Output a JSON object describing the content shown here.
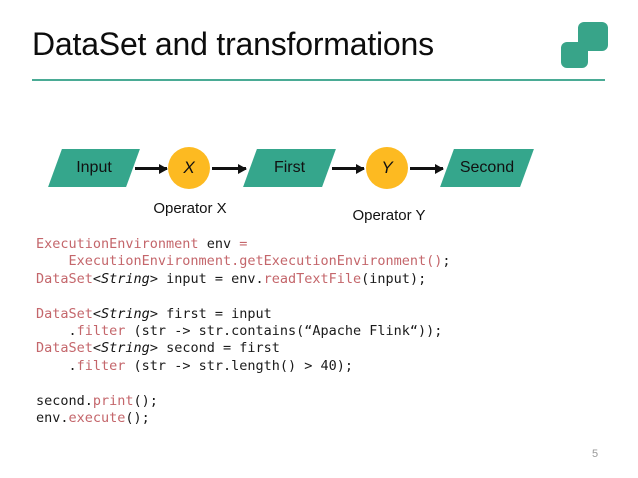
{
  "slide": {
    "title": "DataSet and transformations",
    "page_number": "5",
    "accent_teal": "#35a68c",
    "accent_yellow": "#fdba21",
    "code_keyword_color": "#c4666b",
    "rule_color": "#4aab95"
  },
  "logo": {
    "name": "apache-flink-squares-logo",
    "color": "#38a489"
  },
  "diagram": {
    "nodes": [
      {
        "id": "input",
        "shape": "parallelogram",
        "label": "Input"
      },
      {
        "id": "x",
        "shape": "circle",
        "label": "X"
      },
      {
        "id": "first",
        "shape": "parallelogram",
        "label": "First"
      },
      {
        "id": "y",
        "shape": "circle",
        "label": "Y"
      },
      {
        "id": "second",
        "shape": "parallelogram",
        "label": "Second"
      }
    ],
    "operator_labels": [
      {
        "id": "op-x",
        "label": "Operator X"
      },
      {
        "id": "op-y",
        "label": "Operator Y"
      }
    ]
  },
  "code": {
    "lines": [
      [
        {
          "t": "ExecutionEnvironment",
          "c": "type"
        },
        {
          "t": " ",
          "c": "plain"
        },
        {
          "t": "env",
          "c": "plain"
        },
        {
          "t": " ",
          "c": "plain"
        },
        {
          "t": "=",
          "c": "type"
        }
      ],
      [
        {
          "t": "    ",
          "c": "plain"
        },
        {
          "t": "ExecutionEnvironment.getExecutionEnvironment()",
          "c": "type"
        },
        {
          "t": ";",
          "c": "plain"
        }
      ],
      [
        {
          "t": "DataSet",
          "c": "type"
        },
        {
          "t": "<",
          "c": "plain"
        },
        {
          "t": "String",
          "c": "gen"
        },
        {
          "t": "> input = env.",
          "c": "plain"
        },
        {
          "t": "readTextFile",
          "c": "call"
        },
        {
          "t": "(input);",
          "c": "plain"
        }
      ],
      [],
      [
        {
          "t": "DataSet",
          "c": "type"
        },
        {
          "t": "<",
          "c": "plain"
        },
        {
          "t": "String",
          "c": "gen"
        },
        {
          "t": "> first = input",
          "c": "plain"
        }
      ],
      [
        {
          "t": "    .",
          "c": "plain"
        },
        {
          "t": "filter",
          "c": "call"
        },
        {
          "t": " (str -> str.contains(“Apache Flink“));",
          "c": "plain"
        }
      ],
      [
        {
          "t": "DataSet",
          "c": "type"
        },
        {
          "t": "<",
          "c": "plain"
        },
        {
          "t": "String",
          "c": "gen"
        },
        {
          "t": "> second = first",
          "c": "plain"
        }
      ],
      [
        {
          "t": "    .",
          "c": "plain"
        },
        {
          "t": "filter",
          "c": "call"
        },
        {
          "t": " (str -> str.length() > 40);",
          "c": "plain"
        }
      ],
      [],
      [
        {
          "t": "second.",
          "c": "plain"
        },
        {
          "t": "print",
          "c": "call"
        },
        {
          "t": "();",
          "c": "plain"
        }
      ],
      [
        {
          "t": "env.",
          "c": "plain"
        },
        {
          "t": "execute",
          "c": "call"
        },
        {
          "t": "();",
          "c": "plain"
        }
      ]
    ]
  }
}
